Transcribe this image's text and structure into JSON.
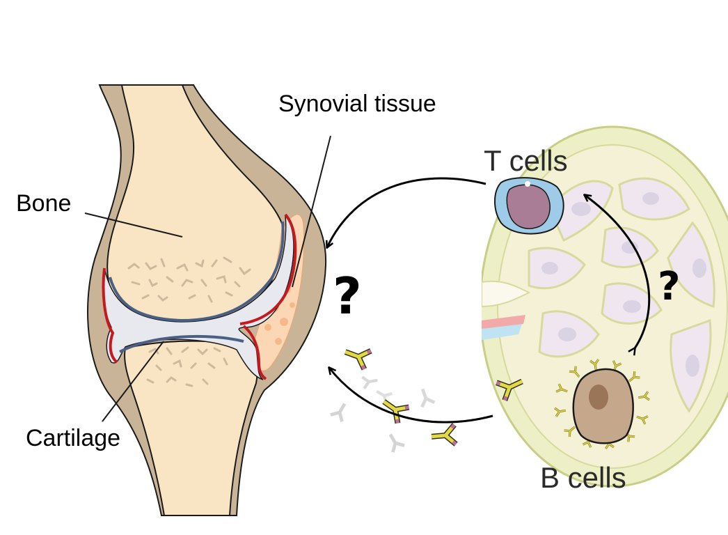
{
  "labels": {
    "synovial": "Synovial tissue",
    "bone": "Bone",
    "cartilage": "Cartilage",
    "t_cells": "T cells",
    "b_cells": "B cells",
    "question_left": "?",
    "question_right": "?"
  },
  "colors": {
    "bone_fill": "#f9e4c4",
    "capsule_fill": "#c9b497",
    "cartilage_fill": "#e7e9ee",
    "cartilage_edge": "#4a5f84",
    "synovium_edge": "#c4191f",
    "synovial_fluid": "#fbd7b5",
    "node_fill": "#edefc6",
    "node_inner": "#efe6ef",
    "t_cell_body": "#9ecbe7",
    "t_cell_nucleus": "#a97d95",
    "b_cell_body": "#c5a78b",
    "antibody_bright": "#e3d944",
    "antibody_tip": "#b96f9b",
    "antibody_faded": "#c9c9c9"
  },
  "icons": [
    "joint-icon",
    "lymph-node-icon",
    "t-cell-icon",
    "b-cell-icon",
    "antibody-icon",
    "arrow-icon"
  ]
}
